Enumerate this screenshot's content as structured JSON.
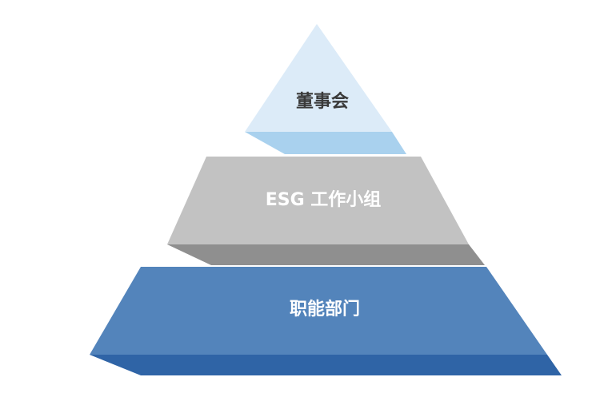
{
  "diagram": {
    "type": "pyramid",
    "tiers": [
      {
        "label": "董事会",
        "face_color": "#dcebf8",
        "shadow_color": "#a9d1ee",
        "text_color": "#3a3a3a"
      },
      {
        "label": "ESG 工作小组",
        "face_color": "#c2c2c2",
        "shadow_color": "#8f8f8f",
        "text_color": "#ffffff"
      },
      {
        "label": "职能部门",
        "face_color": "#5384bb",
        "shadow_color": "#2f64a6",
        "text_color": "#ffffff"
      }
    ]
  }
}
